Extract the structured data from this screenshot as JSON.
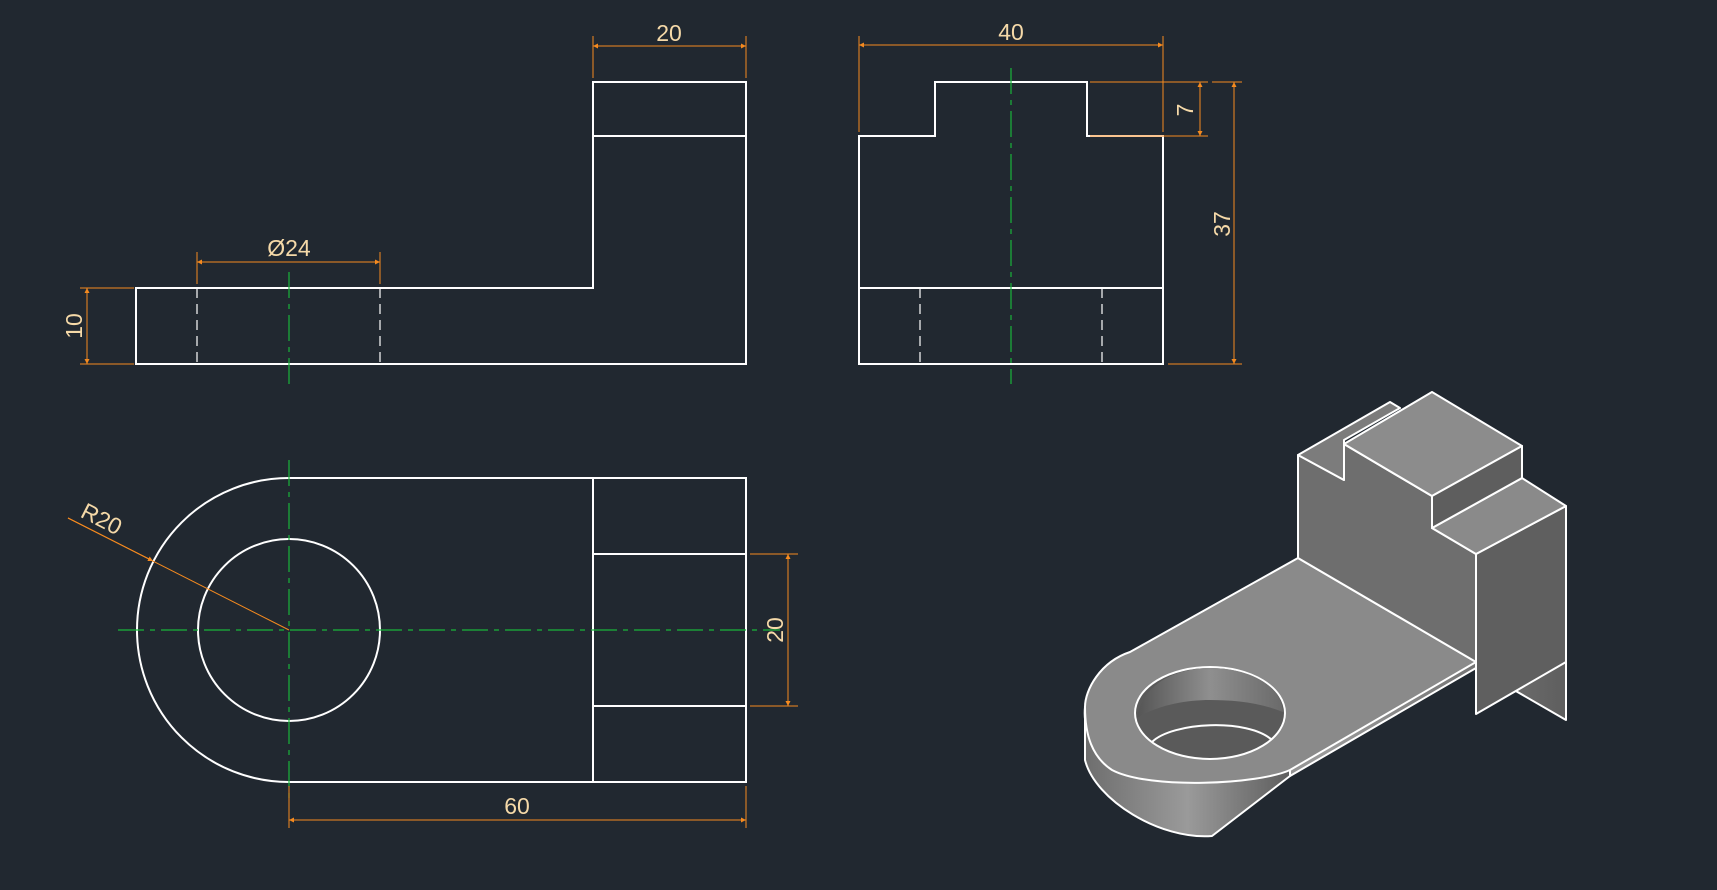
{
  "dimensions": {
    "front_thickness": "10",
    "front_hole_diameter": "Ø24",
    "front_upright_width": "20",
    "side_width": "40",
    "side_tab_height": "7",
    "side_total_height": "37",
    "top_radius": "R20",
    "top_slot_width": "20",
    "top_length": "60"
  },
  "colors": {
    "background": "#212830",
    "outline": "#ffffff",
    "dimension": "#f58a1f",
    "dimension_text": "#f5d9a8",
    "centerline": "#19b53b"
  }
}
